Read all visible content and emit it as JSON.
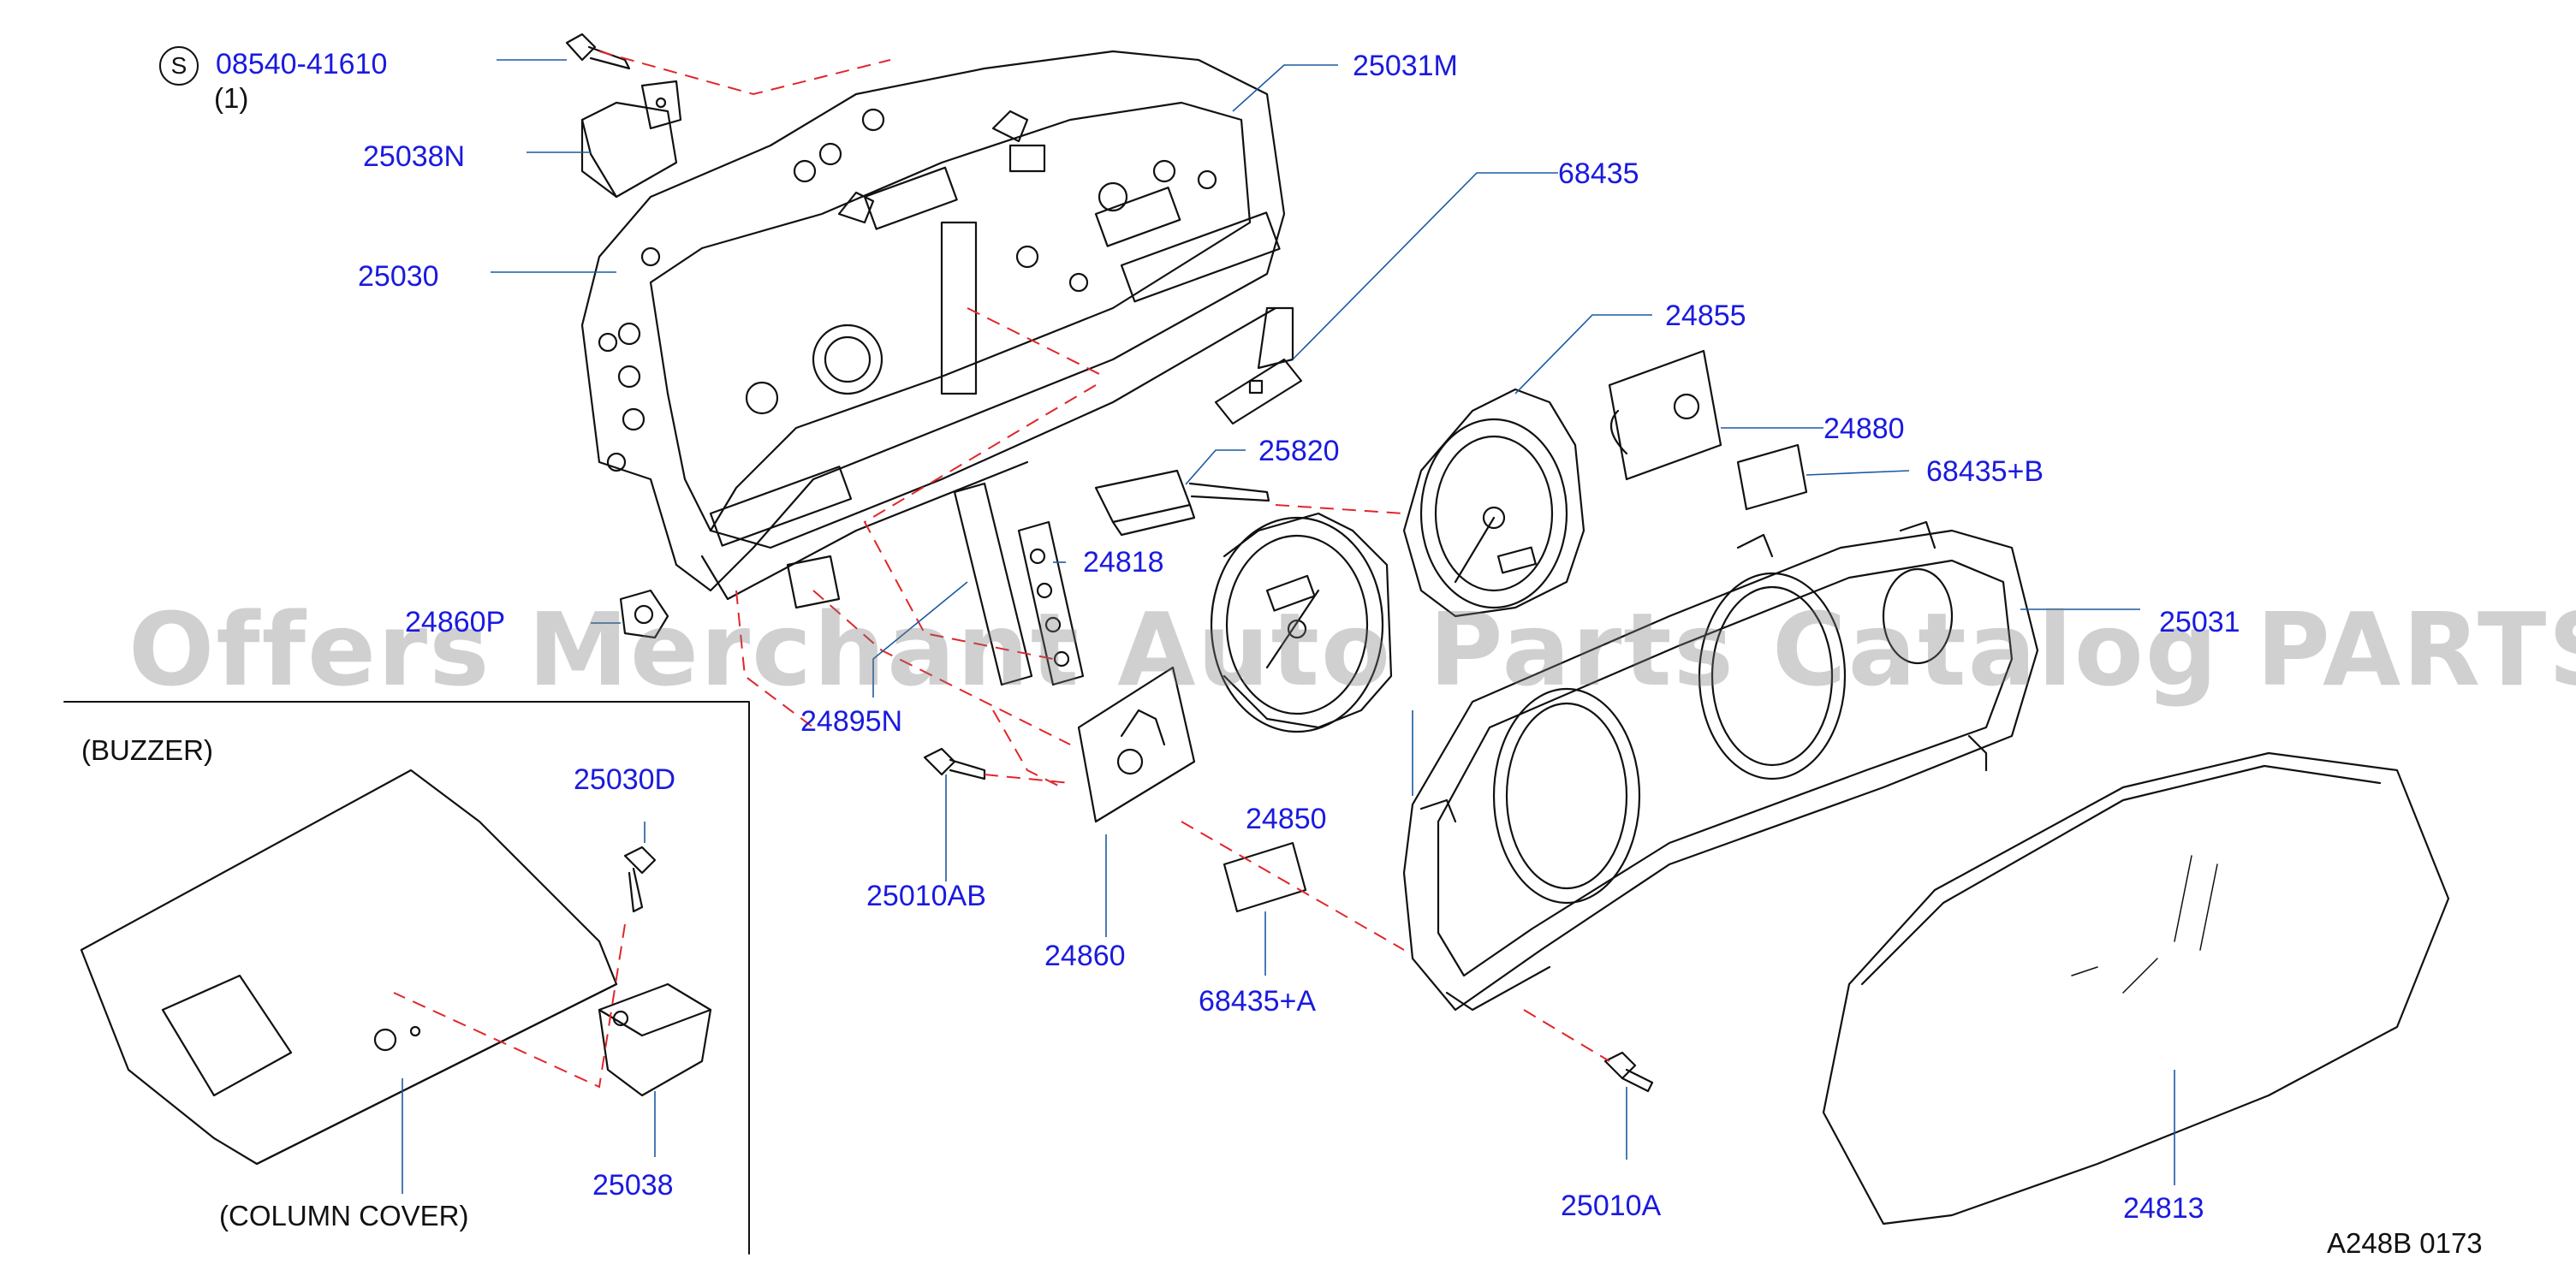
{
  "colors": {
    "label": "#1a1adf",
    "line": "#111111",
    "leader": "#1a5aa0",
    "dash": "#e0262b"
  },
  "labels": {
    "p08540": "08540-41610",
    "qty1": "(1)",
    "s_mark": "S",
    "p25031M": "25031M",
    "p25038N": "25038N",
    "p68435": "68435",
    "p25030": "25030",
    "p24855": "24855",
    "p24880": "24880",
    "p25820": "25820",
    "p68435B": "68435+B",
    "p24818": "24818",
    "p24860P": "24860P",
    "p25031": "25031",
    "p24895N": "24895N",
    "p25030D": "25030D",
    "p24850": "24850",
    "p25010AB": "25010AB",
    "p24860": "24860",
    "p68435A": "68435+A",
    "p25038": "25038",
    "p25010A": "25010A",
    "p24813": "24813",
    "buzzer": "(BUZZER)",
    "column_cover": "(COLUMN   COVER)",
    "code": "A248B  0173"
  },
  "watermark": "Offers Merchant Auto Parts Catalog PARTSTORE.SA"
}
